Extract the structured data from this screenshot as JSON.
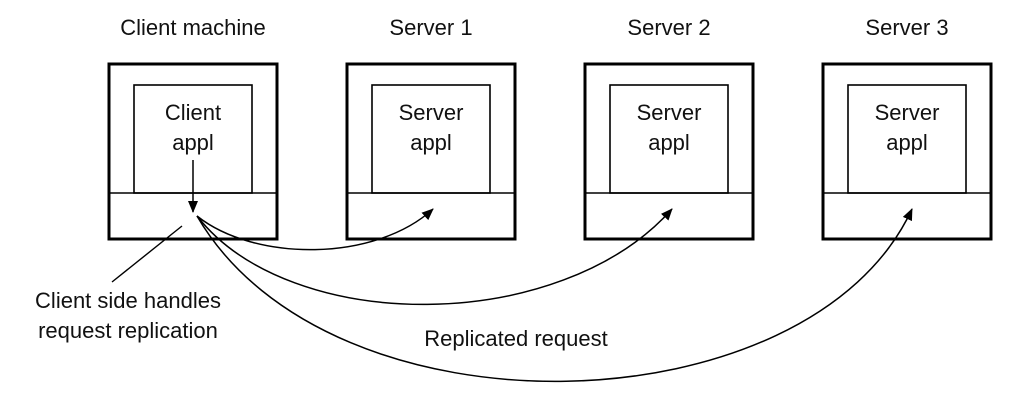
{
  "machines": [
    {
      "title": "Client machine",
      "app_line1": "Client",
      "app_line2": "appl"
    },
    {
      "title": "Server 1",
      "app_line1": "Server",
      "app_line2": "appl"
    },
    {
      "title": "Server 2",
      "app_line1": "Server",
      "app_line2": "appl"
    },
    {
      "title": "Server 3",
      "app_line1": "Server",
      "app_line2": "appl"
    }
  ],
  "annotations": {
    "client_side_line1": "Client side handles",
    "client_side_line2": "request replication",
    "replicated_request": "Replicated request"
  }
}
